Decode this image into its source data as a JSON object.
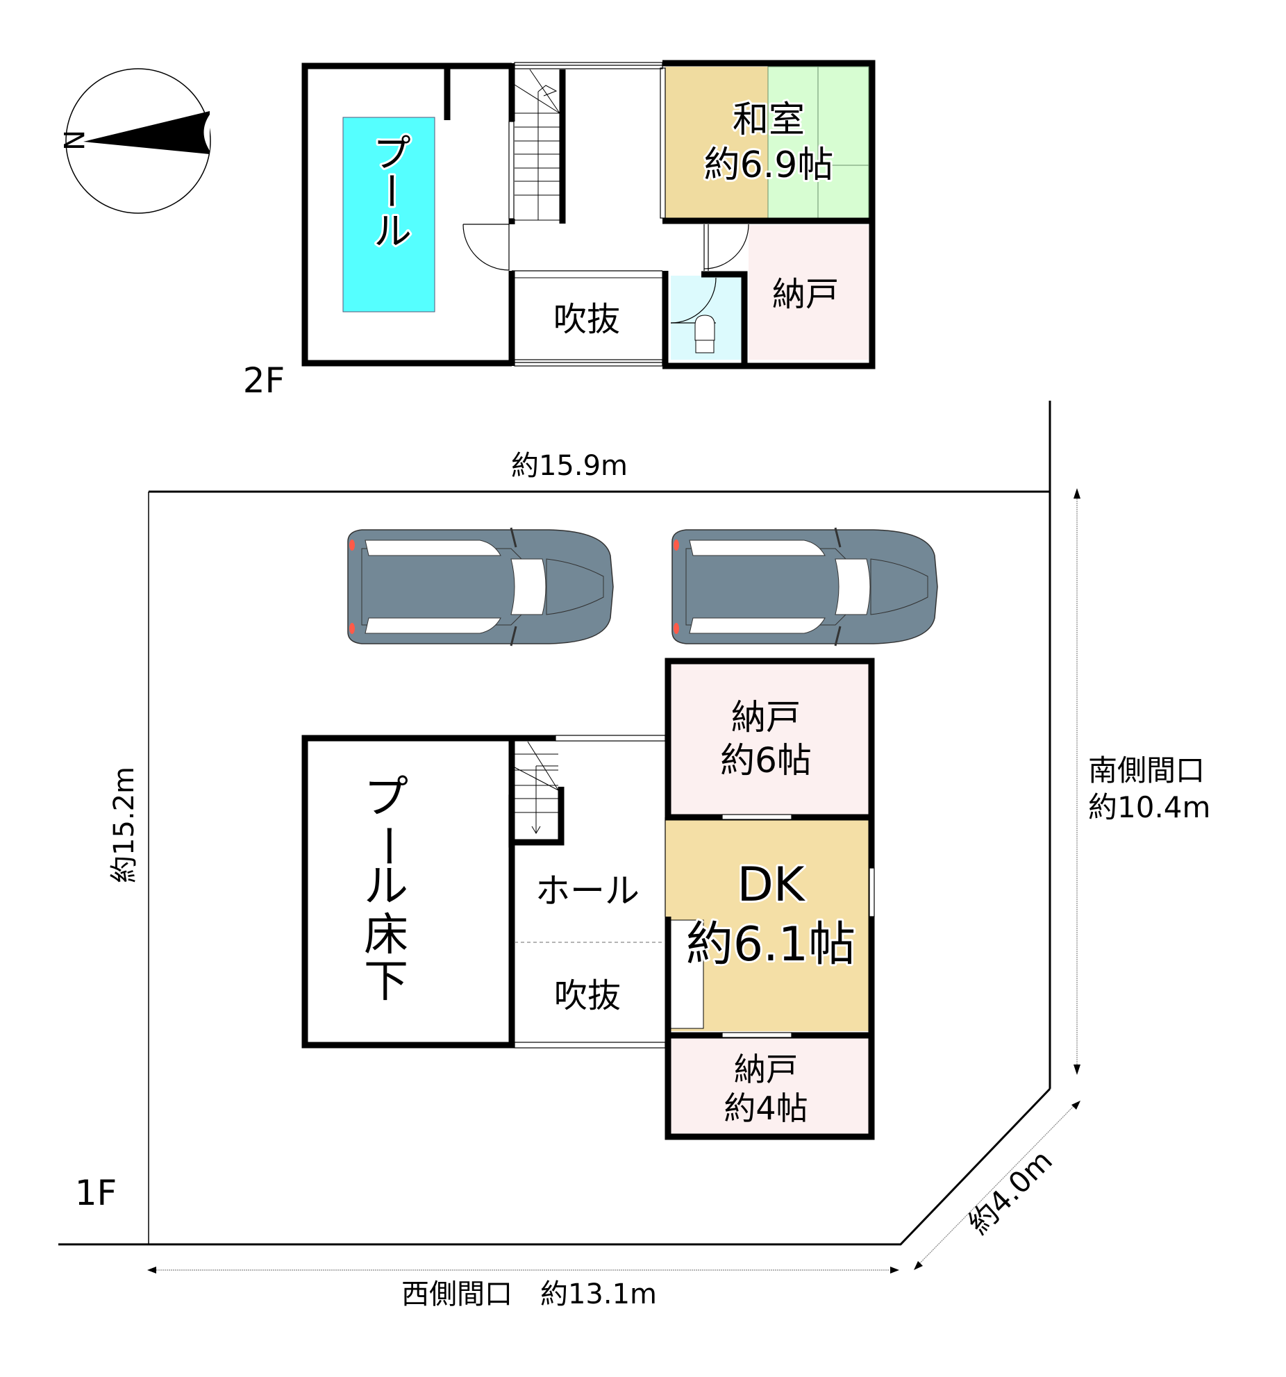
{
  "compass": {
    "north_label": "N"
  },
  "floor2": {
    "label": "2F",
    "rooms": {
      "pool": "プール",
      "washitsu_name": "和室",
      "washitsu_size": "約6.9帖",
      "storage": "納戸",
      "void": "吹抜"
    }
  },
  "floor1": {
    "label": "1F",
    "rooms": {
      "pool_under": [
        "プ",
        "ー",
        "ル",
        "床",
        "下"
      ],
      "hall": "ホール",
      "void": "吹抜",
      "dk_name": "DK",
      "dk_size": "約6.1帖",
      "storage_a_name": "納戸",
      "storage_a_size": "約6帖",
      "storage_b_name": "納戸",
      "storage_b_size": "約4帖"
    },
    "parking_cars": 2
  },
  "dimensions": {
    "top": "約15.9m",
    "left": "約15.2m",
    "right_title": "南側間口",
    "right_value": "約10.4m",
    "diagonal": "約4.0m",
    "bottom": "西側間口　約13.1m"
  },
  "colors": {
    "pool": "#55ffff",
    "washitsu_floor": "#f0dca0",
    "tatami": "#d7fdd2",
    "storage": "#fcf0f0",
    "toilet": "#dcfafd",
    "dk": "#f4dfa6",
    "car_body": "#738896",
    "car_light": "#ff5a48"
  }
}
